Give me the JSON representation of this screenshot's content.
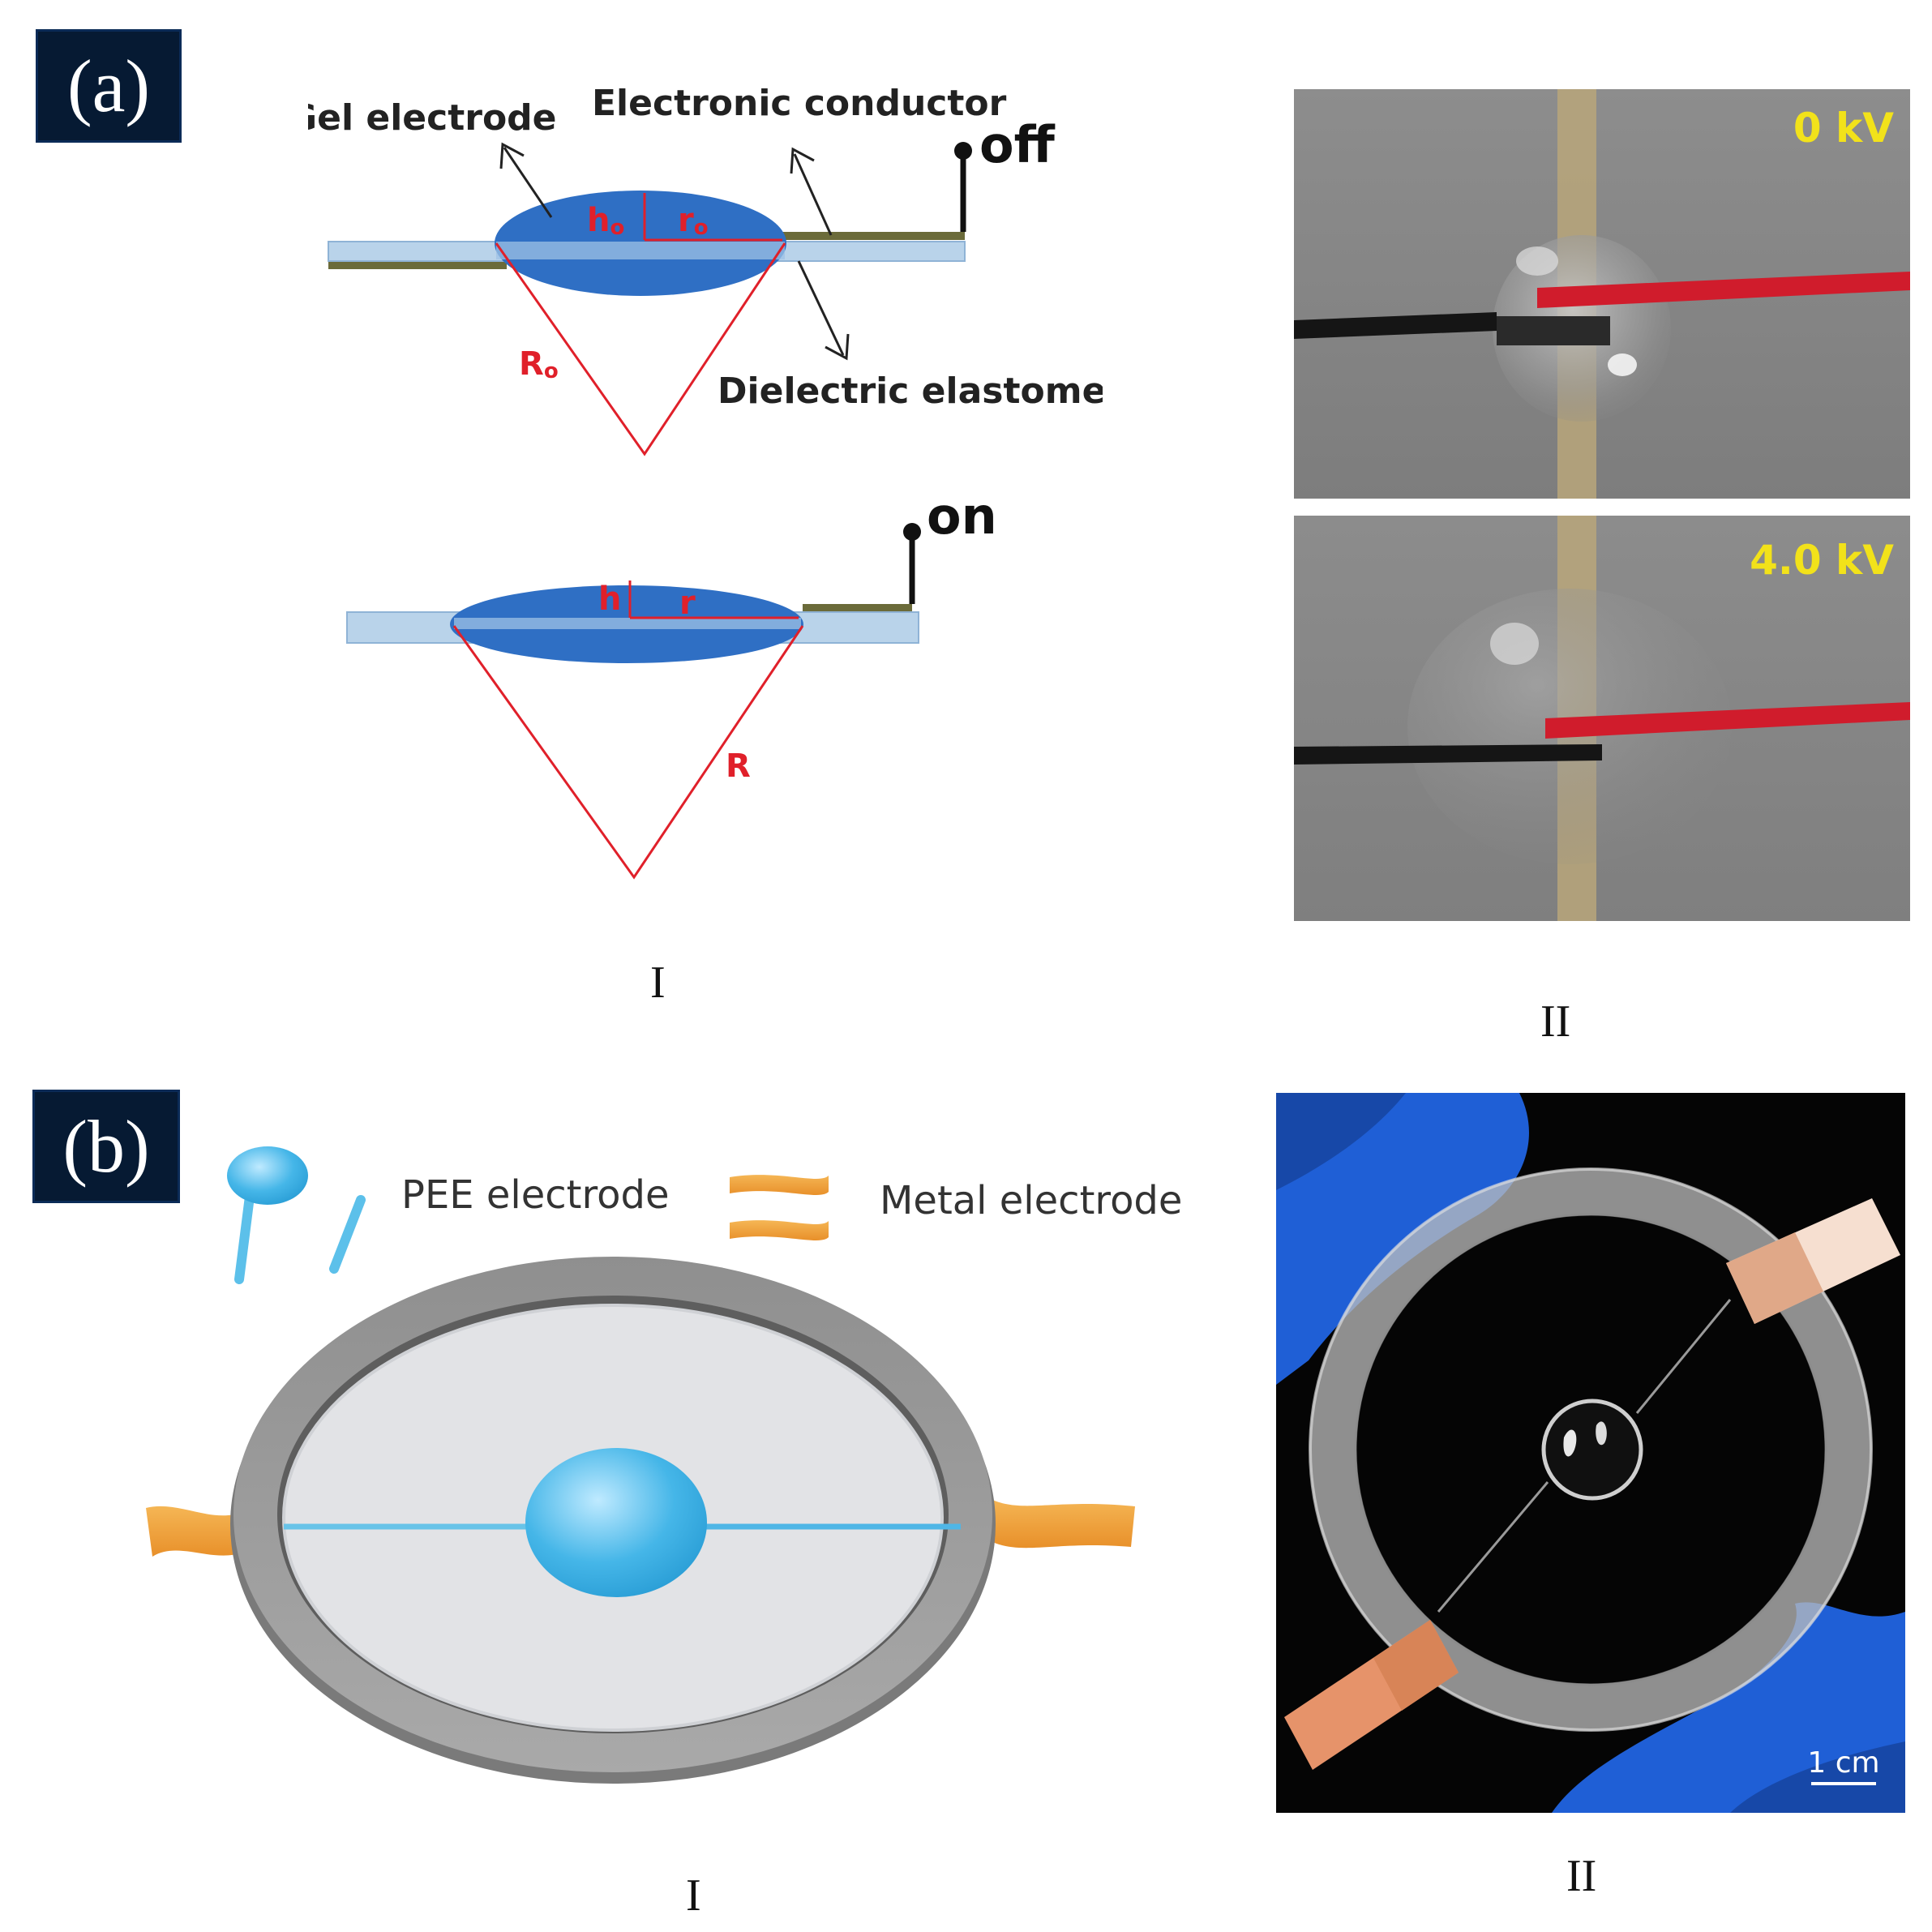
{
  "panel_a": {
    "tag": "(a)",
    "diagram": {
      "label_gel_electrode": "Gel electrode",
      "label_electronic_conductor": "Electronic conductor",
      "label_dielectric_elastomer": "Dielectric elastomer",
      "switch_off": "off",
      "switch_on": "on",
      "sym_h0": "h",
      "sym_h0_sub": "o",
      "sym_r0": "r",
      "sym_r0_sub": "o",
      "sym_R0": "R",
      "sym_R0_sub": "o",
      "sym_h": "h",
      "sym_r": "r",
      "sym_R": "R"
    },
    "photo_top_voltage": "0 kV",
    "photo_bottom_voltage": "4.0 kV",
    "caption_left": "I",
    "caption_right": "II"
  },
  "panel_b": {
    "tag": "(b)",
    "legend_pee": "PEE electrode",
    "legend_metal": "Metal electrode",
    "scale_bar": "1 cm",
    "caption_left": "I",
    "caption_right": "II"
  },
  "colors": {
    "gel_blue": "#2f6fc4",
    "elastomer_light": "#b9d3ea",
    "conductor_olive": "#6b6b3a",
    "annotation_red": "#e0202a",
    "voltage_yellow": "#f2e21a",
    "pee_cyan": "#4cb8e6",
    "metal_orange": "#f0a040",
    "glove_blue": "#1f5fd6"
  }
}
